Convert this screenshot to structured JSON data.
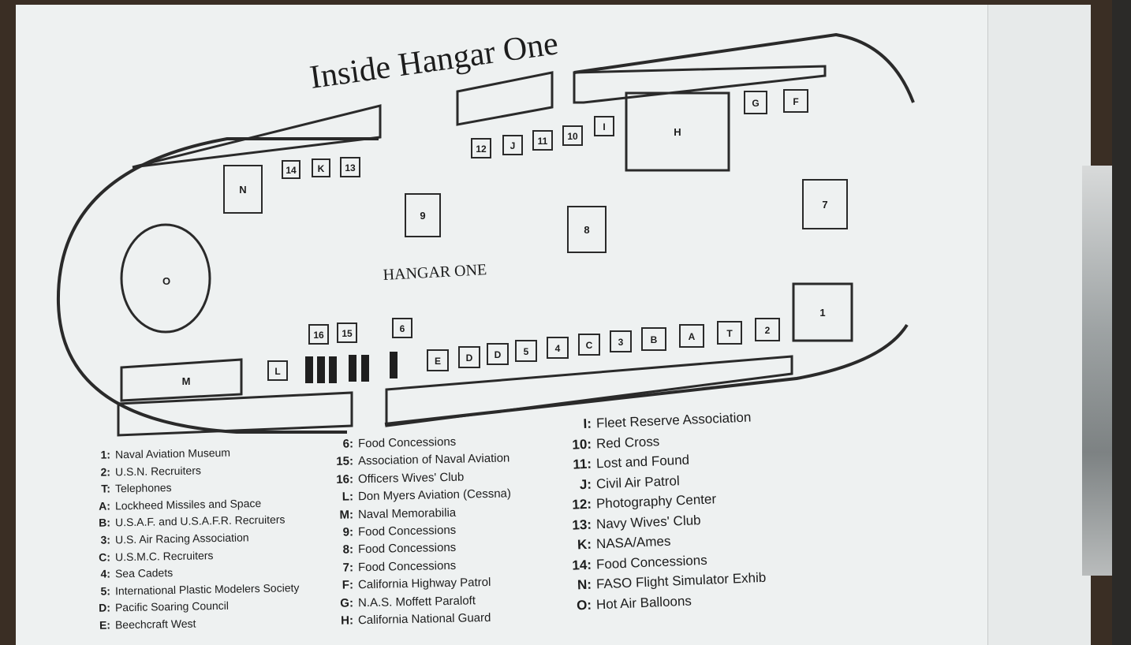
{
  "title": "Inside Hangar One",
  "hangar_label": "HANGAR ONE",
  "booths": [
    "N",
    "14",
    "K",
    "13",
    "12",
    "J",
    "11",
    "10",
    "I",
    "H",
    "G",
    "F",
    "9",
    "8",
    "7",
    "O",
    "16",
    "15",
    "6",
    "M",
    "L",
    "E",
    "D",
    "D",
    "5",
    "4",
    "C",
    "3",
    "B",
    "A",
    "T",
    "2",
    "1"
  ],
  "legend": {
    "col1": [
      {
        "key": "1:",
        "text": "Naval Aviation Museum"
      },
      {
        "key": "2:",
        "text": "U.S.N. Recruiters"
      },
      {
        "key": "T:",
        "text": "Telephones"
      },
      {
        "key": "A:",
        "text": "Lockheed Missiles and Space"
      },
      {
        "key": "B:",
        "text": "U.S.A.F. and U.S.A.F.R. Recruiters"
      },
      {
        "key": "3:",
        "text": "U.S. Air Racing Association"
      },
      {
        "key": "C:",
        "text": "U.S.M.C. Recruiters"
      },
      {
        "key": "4:",
        "text": "Sea Cadets"
      },
      {
        "key": "5:",
        "text": "International Plastic Modelers Society"
      },
      {
        "key": "D:",
        "text": "Pacific Soaring Council"
      },
      {
        "key": "E:",
        "text": "Beechcraft West"
      }
    ],
    "col2": [
      {
        "key": "6:",
        "text": "Food Concessions"
      },
      {
        "key": "15:",
        "text": "Association of Naval Aviation"
      },
      {
        "key": "16:",
        "text": "Officers Wives' Club"
      },
      {
        "key": "L:",
        "text": "Don Myers Aviation (Cessna)"
      },
      {
        "key": "M:",
        "text": "Naval Memorabilia"
      },
      {
        "key": "9:",
        "text": "Food Concessions"
      },
      {
        "key": "8:",
        "text": "Food Concessions"
      },
      {
        "key": "7:",
        "text": "Food Concessions"
      },
      {
        "key": "F:",
        "text": "California Highway Patrol"
      },
      {
        "key": "G:",
        "text": "N.A.S. Moffett Paraloft"
      },
      {
        "key": "H:",
        "text": "California National Guard"
      }
    ],
    "col3": [
      {
        "key": "I:",
        "text": "Fleet Reserve Association"
      },
      {
        "key": "10:",
        "text": "Red Cross"
      },
      {
        "key": "11:",
        "text": "Lost and Found"
      },
      {
        "key": "J:",
        "text": "Civil Air Patrol"
      },
      {
        "key": "12:",
        "text": "Photography Center"
      },
      {
        "key": "13:",
        "text": "Navy Wives' Club"
      },
      {
        "key": "K:",
        "text": "NASA/Ames"
      },
      {
        "key": "14:",
        "text": "Food Concessions"
      },
      {
        "key": "N:",
        "text": "FASO Flight Simulator Exhib"
      },
      {
        "key": "O:",
        "text": "Hot Air Balloons"
      }
    ]
  }
}
